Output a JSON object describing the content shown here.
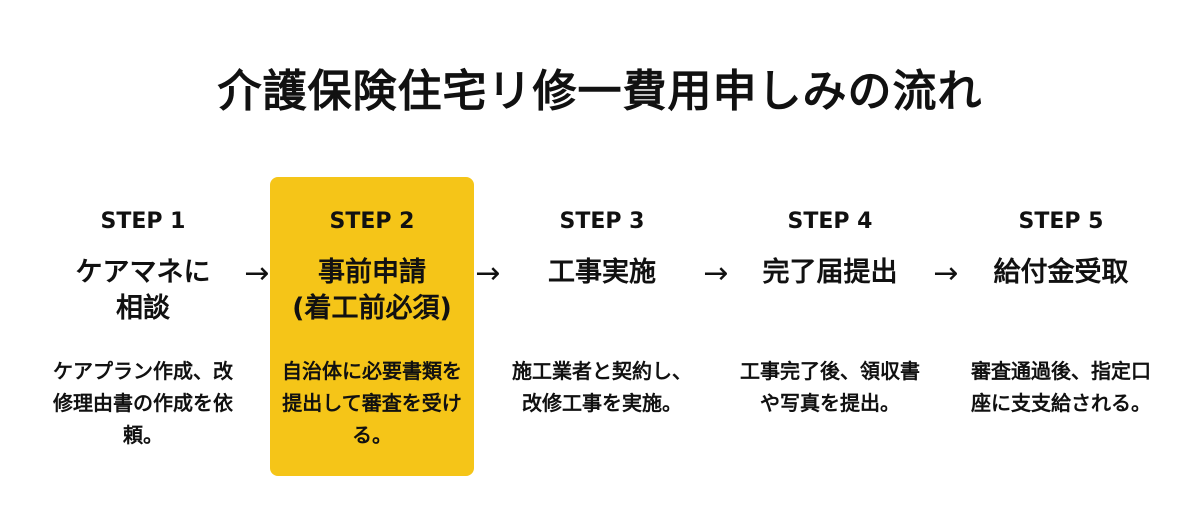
{
  "title": "介護保険住宅リ修一費用申しみの流れ",
  "arrow_glyph": "→",
  "highlight_color": "#f5c518",
  "steps": [
    {
      "label": "STEP 1",
      "title": "ケアマネに\n相談",
      "desc": "ケアプラン作成、改修理由書の作成を依頼。"
    },
    {
      "label": "STEP 2",
      "title": "事前申請\n(着工前必須)",
      "desc": "自治体に必要書類を提出して審査を受ける。"
    },
    {
      "label": "STEP 3",
      "title": "工事実施",
      "desc": "施工業者と契約し、改修工事を実施。"
    },
    {
      "label": "STEP 4",
      "title": "完了届提出",
      "desc": "工事完了後、領収書や写真を提出。"
    },
    {
      "label": "STEP 5",
      "title": "給付金受取",
      "desc": "審査通過後、指定口座に支支給される。"
    }
  ]
}
